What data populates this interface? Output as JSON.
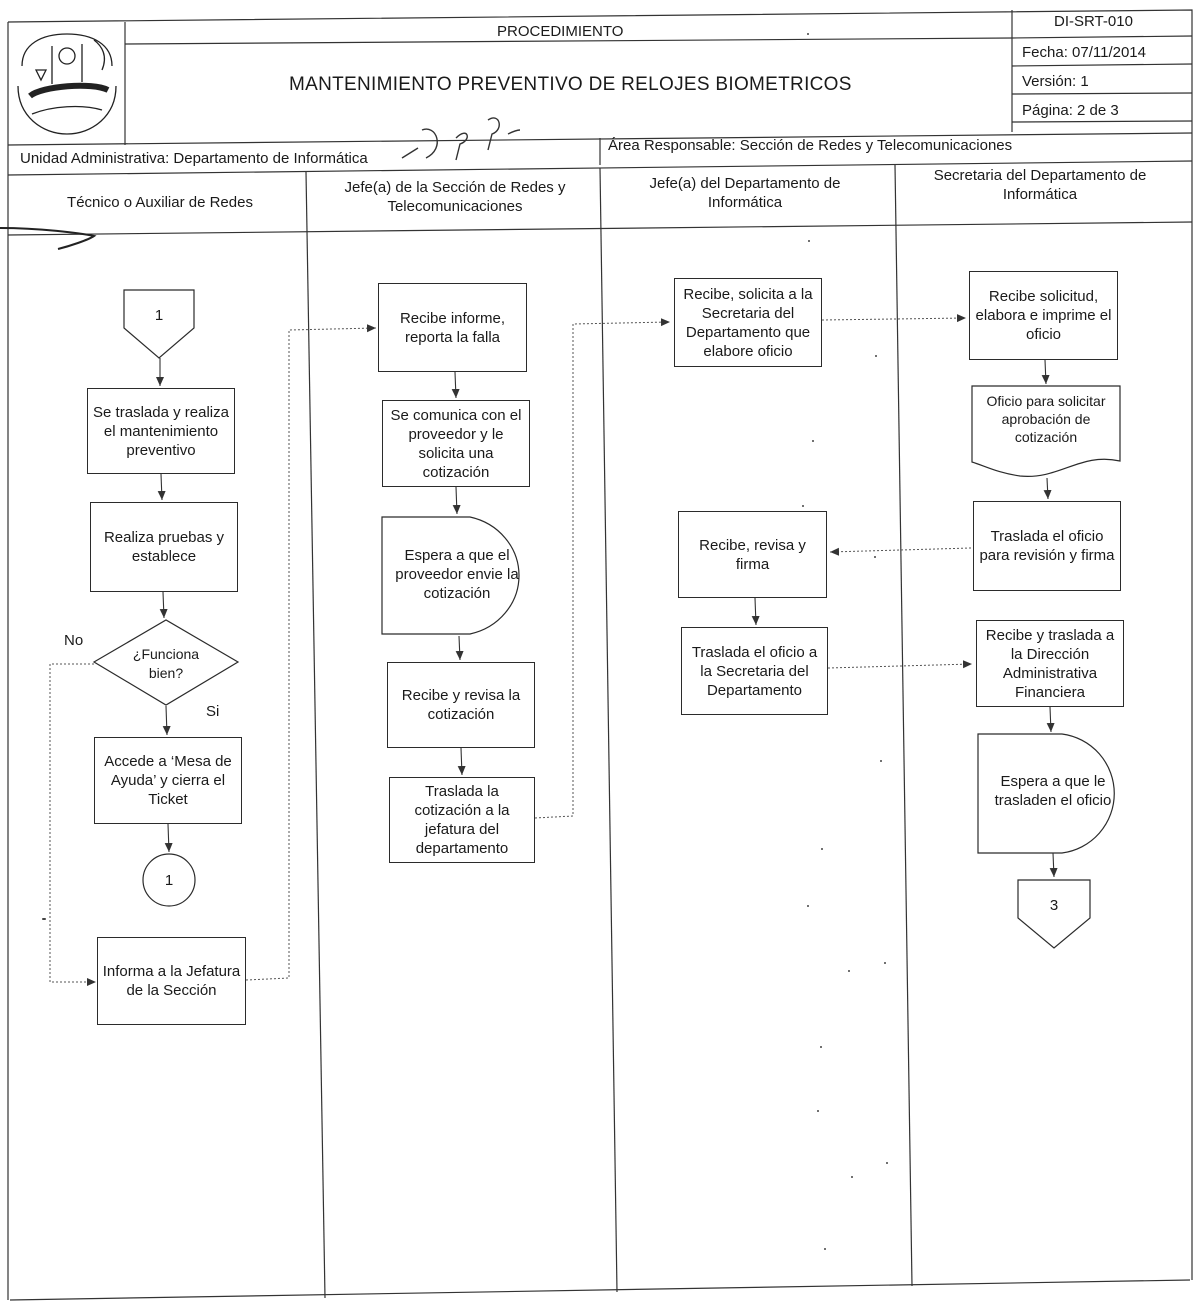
{
  "header": {
    "procedure_label": "PROCEDIMIENTO",
    "doc_code": "DI-SRT-010",
    "date": "Fecha: 07/11/2014",
    "version": "Versión: 1",
    "page": "Página: 2 de 3",
    "title": "MANTENIMIENTO PREVENTIVO DE RELOJES BIOMETRICOS",
    "unit": "Unidad Administrativa: Departamento de Informática",
    "area": "Área Responsable: Sección de Redes y Telecomunicaciones",
    "handwritten_mark": "IDPP"
  },
  "lanes": [
    {
      "label": "Técnico o Auxiliar de Redes"
    },
    {
      "label": "Jefe(a) de la Sección de Redes y Telecomunicaciones"
    },
    {
      "label": "Jefe(a) del Departamento de Informática"
    },
    {
      "label": "Secretaria del Departamento de Informática"
    }
  ],
  "nodes": {
    "connector_start": "1",
    "traslada": "Se traslada y realiza el mantenimiento preventivo",
    "pruebas": "Realiza pruebas y establece",
    "decision": "¿Funciona bien?",
    "label_no": "No",
    "label_si": "Si",
    "mesa": "Accede a ‘Mesa de Ayuda’ y cierra el Ticket",
    "connector_end": "1",
    "informa": "Informa a la Jefatura de la Sección",
    "recibe_informe": "Recibe informe, reporta la falla",
    "comunica": "Se comunica con el proveedor y le solicita una cotización",
    "espera_prov": "Espera a que el proveedor envie la cotización",
    "revisa_cot": "Recibe y revisa la cotización",
    "traslada_cot": "Traslada la cotización a la jefatura del departamento",
    "recibe_solicita": "Recibe, solicita a la Secretaria del Departamento que elabore oficio",
    "recibe_firma": "Recibe, revisa y firma",
    "traslada_oficio_sec": "Traslada el oficio a la Secretaria del Departamento",
    "recibe_elabora": "Recibe solicitud, elabora e imprime el oficio",
    "oficio_doc": "Oficio para solicitar aprobación de cotización",
    "traslada_revision": "Traslada el oficio para revisión y firma",
    "recibe_dir": "Recibe y traslada a la Dirección Administrativa Financiera",
    "espera_oficio": "Espera a que le trasladen el oficio",
    "connector_next": "3"
  }
}
